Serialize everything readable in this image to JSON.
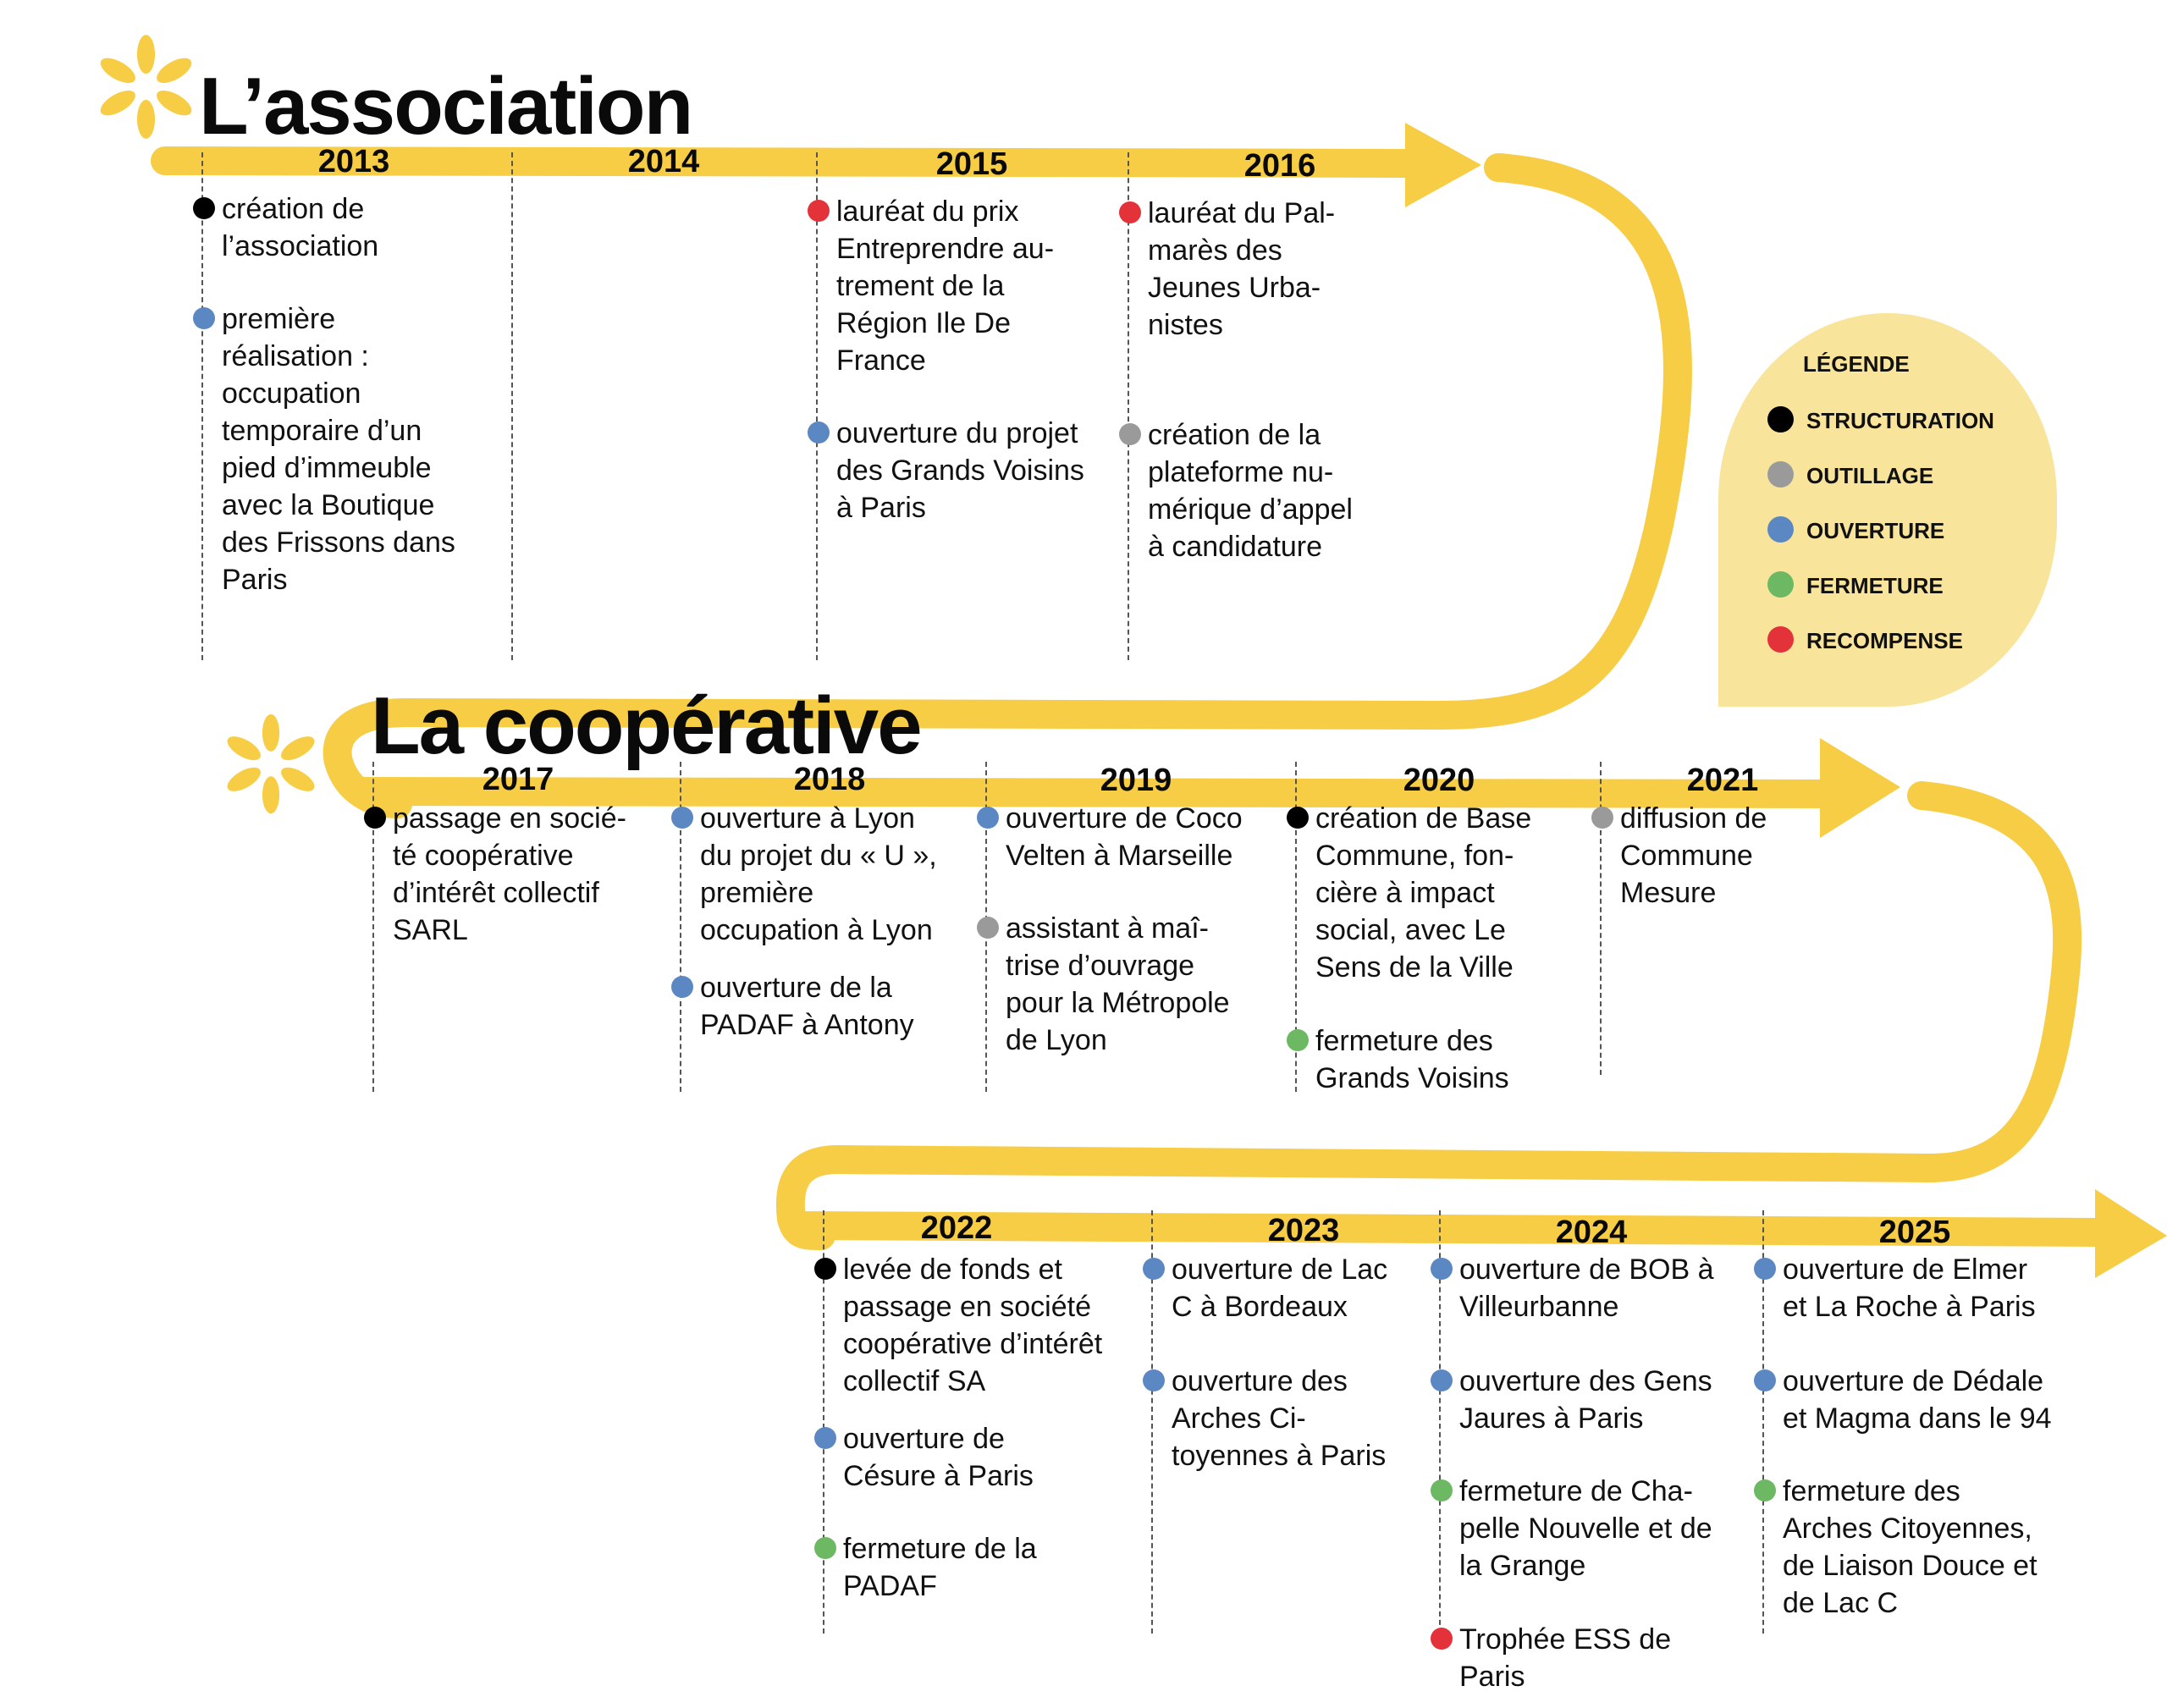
{
  "colors": {
    "track": "#f7cd45",
    "legend_bg": "#f9e49b",
    "structuration": "#000000",
    "outillage": "#9a9a9a",
    "ouverture": "#5b88c2",
    "fermeture": "#6db862",
    "recompense": "#e4323a"
  },
  "sections": [
    {
      "title": "L’association",
      "icon": "asterisk-icon"
    },
    {
      "title": "La coopérative",
      "icon": "asterisk-icon"
    }
  ],
  "legend": {
    "title": "LÉGENDE",
    "items": [
      {
        "label": "STRUCTURATION",
        "category": "structuration"
      },
      {
        "label": "OUTILLAGE",
        "category": "outillage"
      },
      {
        "label": "OUVERTURE",
        "category": "ouverture"
      },
      {
        "label": "FERMETURE",
        "category": "fermeture"
      },
      {
        "label": "RECOMPENSE",
        "category": "recompense"
      }
    ]
  },
  "years": [
    {
      "year": "2013",
      "events": [
        {
          "category": "structuration",
          "text": "création de\nl’association"
        },
        {
          "category": "ouverture",
          "text": "première\nréalisation :\noccupation\ntemporaire d’un\npied d’immeuble\navec la Boutique\ndes Frissons dans\nParis"
        }
      ]
    },
    {
      "year": "2014",
      "events": []
    },
    {
      "year": "2015",
      "events": [
        {
          "category": "recompense",
          "text": "lauréat du prix\nEntreprendre au-\ntrement de la\nRégion Ile De\nFrance"
        },
        {
          "category": "ouverture",
          "text": "ouverture du projet\ndes Grands Voisins\nà Paris"
        }
      ]
    },
    {
      "year": "2016",
      "events": [
        {
          "category": "recompense",
          "text": "lauréat du Pal-\nmarès des\nJeunes Urba-\nnistes"
        },
        {
          "category": "outillage",
          "text": "création de la\nplateforme nu-\nmérique d’appel\nà candidature"
        }
      ]
    },
    {
      "year": "2017",
      "events": [
        {
          "category": "structuration",
          "text": "passage en socié-\nté coopérative\nd’intérêt collectif\nSARL"
        }
      ]
    },
    {
      "year": "2018",
      "events": [
        {
          "category": "ouverture",
          "text": "ouverture à Lyon\ndu projet du « U »,\npremière\noccupation à Lyon"
        },
        {
          "category": "ouverture",
          "text": "ouverture de la\nPADAF à Antony"
        }
      ]
    },
    {
      "year": "2019",
      "events": [
        {
          "category": "ouverture",
          "text": "ouverture de Coco\nVelten à Marseille"
        },
        {
          "category": "outillage",
          "text": "assistant à maî-\ntrise d’ouvrage\npour la Métropole\nde Lyon"
        }
      ]
    },
    {
      "year": "2020",
      "events": [
        {
          "category": "structuration",
          "text": "création de Base\nCommune, fon-\ncière à impact\nsocial, avec Le\nSens de la Ville"
        },
        {
          "category": "fermeture",
          "text": "fermeture des\nGrands Voisins"
        }
      ]
    },
    {
      "year": "2021",
      "events": [
        {
          "category": "outillage",
          "text": "diffusion de\nCommune\nMesure"
        }
      ]
    },
    {
      "year": "2022",
      "events": [
        {
          "category": "structuration",
          "text": "levée de fonds et\npassage en société\ncoopérative d’intérêt\ncollectif SA"
        },
        {
          "category": "ouverture",
          "text": "ouverture de\nCésure à Paris"
        },
        {
          "category": "fermeture",
          "text": "fermeture de la\nPADAF"
        }
      ]
    },
    {
      "year": "2023",
      "events": [
        {
          "category": "ouverture",
          "text": "ouverture de Lac\nC à  Bordeaux"
        },
        {
          "category": "ouverture",
          "text": "ouverture des\nArches Ci-\ntoyennes à Paris"
        }
      ]
    },
    {
      "year": "2024",
      "events": [
        {
          "category": "ouverture",
          "text": "ouverture de BOB à\nVilleurbanne"
        },
        {
          "category": "ouverture",
          "text": "ouverture des Gens\nJaures à Paris"
        },
        {
          "category": "fermeture",
          "text": "fermeture de Cha-\npelle Nouvelle et de\nla Grange"
        },
        {
          "category": "recompense",
          "text": "Trophée ESS de\nParis"
        }
      ]
    },
    {
      "year": "2025",
      "events": [
        {
          "category": "ouverture",
          "text": "ouverture de Elmer\net La Roche à Paris"
        },
        {
          "category": "ouverture",
          "text": "ouverture de Dédale\net Magma dans le 94"
        },
        {
          "category": "fermeture",
          "text": "fermeture des\nArches Citoyennes,\nde Liaison Douce et\nde Lac C"
        }
      ]
    }
  ]
}
